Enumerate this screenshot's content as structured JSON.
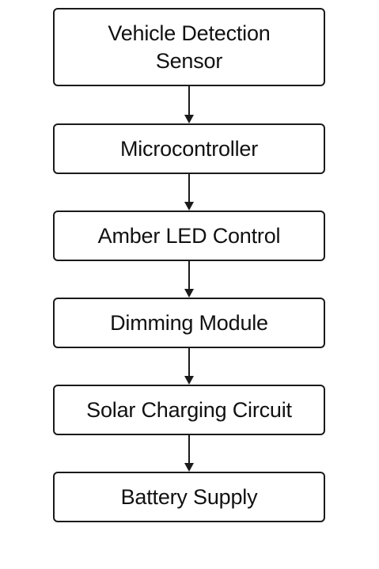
{
  "nodes": [
    {
      "label": "Vehicle Detection\nSensor"
    },
    {
      "label": "Microcontroller"
    },
    {
      "label": "Amber LED Control"
    },
    {
      "label": "Dimming Module"
    },
    {
      "label": "Solar Charging Circuit"
    },
    {
      "label": "Battery Supply"
    }
  ],
  "edges": [
    {
      "from": 0,
      "to": 1
    },
    {
      "from": 1,
      "to": 2
    },
    {
      "from": 2,
      "to": 3
    },
    {
      "from": 3,
      "to": 4
    },
    {
      "from": 4,
      "to": 5
    }
  ],
  "colors": {
    "stroke": "#1a1a1a",
    "text": "#111111",
    "background": "#ffffff"
  }
}
